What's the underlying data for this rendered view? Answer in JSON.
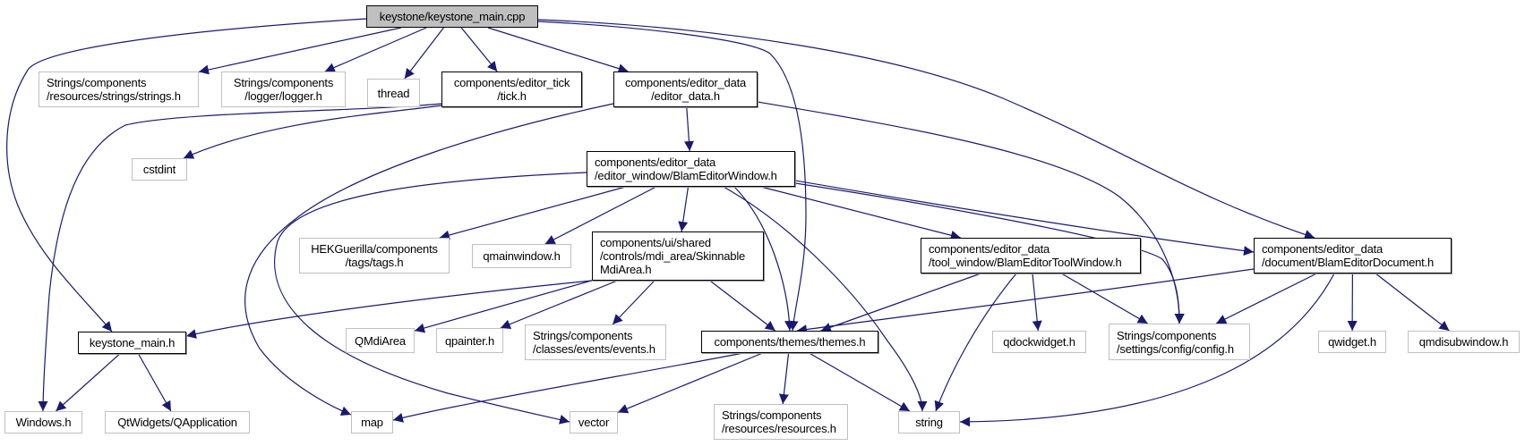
{
  "graph": {
    "type": "include-dependency-graph",
    "edge_color": "#191970",
    "root_fill": "#bfbfbf",
    "external_border": "#c0c0c0",
    "local_border": "#000000",
    "nodes": [
      {
        "id": "keystone_main_cpp",
        "lines": [
          "keystone/keystone_main.cpp"
        ],
        "kind": "root"
      },
      {
        "id": "strings_h",
        "lines": [
          "Strings/components",
          "/resources/strings/strings.h"
        ],
        "kind": "external"
      },
      {
        "id": "logger_h",
        "lines": [
          "Strings/components",
          "/logger/logger.h"
        ],
        "kind": "external"
      },
      {
        "id": "thread",
        "lines": [
          "thread"
        ],
        "kind": "external"
      },
      {
        "id": "tick_h",
        "lines": [
          "components/editor_tick",
          "/tick.h"
        ],
        "kind": "local"
      },
      {
        "id": "editor_data_h",
        "lines": [
          "components/editor_data",
          "/editor_data.h"
        ],
        "kind": "local"
      },
      {
        "id": "cstdint",
        "lines": [
          "cstdint"
        ],
        "kind": "external"
      },
      {
        "id": "blam_editor_window_h",
        "lines": [
          "components/editor_data",
          "/editor_window/BlamEditorWindow.h"
        ],
        "kind": "local"
      },
      {
        "id": "tags_h",
        "lines": [
          "HEKGuerilla/components",
          "/tags/tags.h"
        ],
        "kind": "external"
      },
      {
        "id": "qmainwindow_h",
        "lines": [
          "qmainwindow.h"
        ],
        "kind": "external"
      },
      {
        "id": "skinnable_mdi_area_h",
        "lines": [
          "components/ui/shared",
          "/controls/mdi_area/Skinnable",
          "MdiArea.h"
        ],
        "kind": "local"
      },
      {
        "id": "blam_editor_tool_window_h",
        "lines": [
          "components/editor_data",
          "/tool_window/BlamEditorToolWindow.h"
        ],
        "kind": "local"
      },
      {
        "id": "blam_editor_document_h",
        "lines": [
          "components/editor_data",
          "/document/BlamEditorDocument.h"
        ],
        "kind": "local"
      },
      {
        "id": "keystone_main_h",
        "lines": [
          "keystone_main.h"
        ],
        "kind": "local"
      },
      {
        "id": "qmdiarea",
        "lines": [
          "QMdiArea"
        ],
        "kind": "external"
      },
      {
        "id": "qpainter_h",
        "lines": [
          "qpainter.h"
        ],
        "kind": "external"
      },
      {
        "id": "events_h",
        "lines": [
          "Strings/components",
          "/classes/events/events.h"
        ],
        "kind": "external"
      },
      {
        "id": "themes_h",
        "lines": [
          "components/themes/themes.h"
        ],
        "kind": "local"
      },
      {
        "id": "qdockwidget_h",
        "lines": [
          "qdockwidget.h"
        ],
        "kind": "external"
      },
      {
        "id": "config_h",
        "lines": [
          "Strings/components",
          "/settings/config/config.h"
        ],
        "kind": "external"
      },
      {
        "id": "qwidget_h",
        "lines": [
          "qwidget.h"
        ],
        "kind": "external"
      },
      {
        "id": "qmdisubwindow_h",
        "lines": [
          "qmdisubwindow.h"
        ],
        "kind": "external"
      },
      {
        "id": "windows_h",
        "lines": [
          "Windows.h"
        ],
        "kind": "external"
      },
      {
        "id": "qapplication",
        "lines": [
          "QtWidgets/QApplication"
        ],
        "kind": "external"
      },
      {
        "id": "map",
        "lines": [
          "map"
        ],
        "kind": "external"
      },
      {
        "id": "vector",
        "lines": [
          "vector"
        ],
        "kind": "external"
      },
      {
        "id": "resources_h",
        "lines": [
          "Strings/components",
          "/resources/resources.h"
        ],
        "kind": "external"
      },
      {
        "id": "string",
        "lines": [
          "string"
        ],
        "kind": "external"
      }
    ],
    "edges": [
      {
        "from": "keystone_main_cpp",
        "to": "strings_h"
      },
      {
        "from": "keystone_main_cpp",
        "to": "logger_h"
      },
      {
        "from": "keystone_main_cpp",
        "to": "thread"
      },
      {
        "from": "keystone_main_cpp",
        "to": "tick_h"
      },
      {
        "from": "keystone_main_cpp",
        "to": "editor_data_h"
      },
      {
        "from": "keystone_main_cpp",
        "to": "keystone_main_h"
      },
      {
        "from": "keystone_main_cpp",
        "to": "themes_h"
      },
      {
        "from": "keystone_main_cpp",
        "to": "blam_editor_document_h"
      },
      {
        "from": "tick_h",
        "to": "cstdint"
      },
      {
        "from": "tick_h",
        "to": "windows_h"
      },
      {
        "from": "editor_data_h",
        "to": "blam_editor_window_h"
      },
      {
        "from": "editor_data_h",
        "to": "map"
      },
      {
        "from": "editor_data_h",
        "to": "config_h"
      },
      {
        "from": "blam_editor_window_h",
        "to": "tags_h"
      },
      {
        "from": "blam_editor_window_h",
        "to": "qmainwindow_h"
      },
      {
        "from": "blam_editor_window_h",
        "to": "skinnable_mdi_area_h"
      },
      {
        "from": "blam_editor_window_h",
        "to": "blam_editor_tool_window_h"
      },
      {
        "from": "blam_editor_window_h",
        "to": "blam_editor_document_h"
      },
      {
        "from": "blam_editor_window_h",
        "to": "themes_h"
      },
      {
        "from": "blam_editor_window_h",
        "to": "config_h"
      },
      {
        "from": "blam_editor_window_h",
        "to": "vector"
      },
      {
        "from": "blam_editor_window_h",
        "to": "string"
      },
      {
        "from": "skinnable_mdi_area_h",
        "to": "keystone_main_h"
      },
      {
        "from": "skinnable_mdi_area_h",
        "to": "qmdiarea"
      },
      {
        "from": "skinnable_mdi_area_h",
        "to": "qpainter_h"
      },
      {
        "from": "skinnable_mdi_area_h",
        "to": "events_h"
      },
      {
        "from": "skinnable_mdi_area_h",
        "to": "themes_h"
      },
      {
        "from": "blam_editor_tool_window_h",
        "to": "themes_h"
      },
      {
        "from": "blam_editor_tool_window_h",
        "to": "qdockwidget_h"
      },
      {
        "from": "blam_editor_tool_window_h",
        "to": "config_h"
      },
      {
        "from": "blam_editor_tool_window_h",
        "to": "string"
      },
      {
        "from": "blam_editor_document_h",
        "to": "themes_h"
      },
      {
        "from": "blam_editor_document_h",
        "to": "config_h"
      },
      {
        "from": "blam_editor_document_h",
        "to": "qwidget_h"
      },
      {
        "from": "blam_editor_document_h",
        "to": "qmdisubwindow_h"
      },
      {
        "from": "blam_editor_document_h",
        "to": "string"
      },
      {
        "from": "keystone_main_h",
        "to": "windows_h"
      },
      {
        "from": "keystone_main_h",
        "to": "qapplication"
      },
      {
        "from": "themes_h",
        "to": "map"
      },
      {
        "from": "themes_h",
        "to": "vector"
      },
      {
        "from": "themes_h",
        "to": "resources_h"
      },
      {
        "from": "themes_h",
        "to": "string"
      }
    ]
  }
}
